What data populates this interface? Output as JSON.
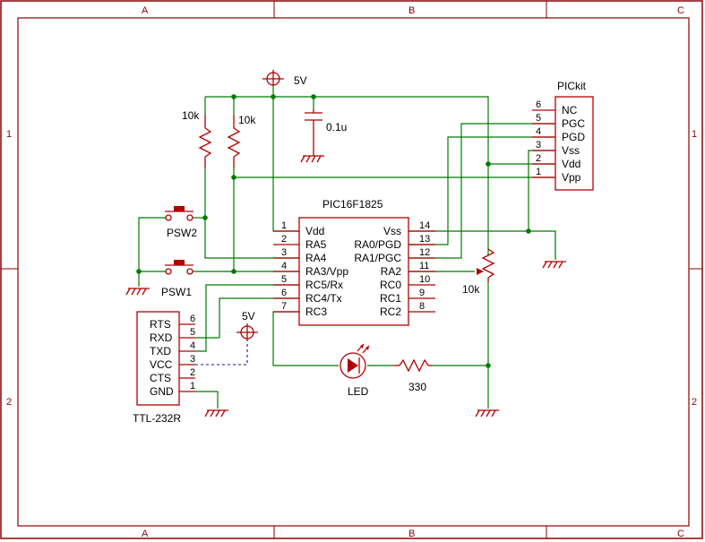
{
  "border": {
    "columns": [
      "A",
      "B",
      "C"
    ],
    "rows": [
      "1",
      "2"
    ]
  },
  "power": {
    "top_label": "5V",
    "ttl_label": "5V"
  },
  "parts": {
    "r1": "10k",
    "r2": "10k",
    "cap": "0.1u",
    "mcu": "PIC16F1825",
    "pickit": "PICkit",
    "psw2": "PSW2",
    "psw1": "PSW1",
    "pot": "10k",
    "led": "LED",
    "r330": "330",
    "ttl": "TTL-232R"
  },
  "mcu_left": [
    {
      "num": "1",
      "name": "Vdd"
    },
    {
      "num": "2",
      "name": "RA5"
    },
    {
      "num": "3",
      "name": "RA4"
    },
    {
      "num": "4",
      "name": "RA3/Vpp"
    },
    {
      "num": "5",
      "name": "RC5/Rx"
    },
    {
      "num": "6",
      "name": "RC4/Tx"
    },
    {
      "num": "7",
      "name": "RC3"
    }
  ],
  "mcu_right": [
    {
      "num": "14",
      "name": "Vss"
    },
    {
      "num": "13",
      "name": "RA0/PGD"
    },
    {
      "num": "12",
      "name": "RA1/PGC"
    },
    {
      "num": "11",
      "name": "RA2"
    },
    {
      "num": "10",
      "name": "RC0"
    },
    {
      "num": "9",
      "name": "RC1"
    },
    {
      "num": "8",
      "name": "RC2"
    }
  ],
  "pickit_pins": [
    {
      "num": "6",
      "name": "NC"
    },
    {
      "num": "5",
      "name": "PGC"
    },
    {
      "num": "4",
      "name": "PGD"
    },
    {
      "num": "3",
      "name": "Vss"
    },
    {
      "num": "2",
      "name": "Vdd"
    },
    {
      "num": "1",
      "name": "Vpp"
    }
  ],
  "ttl_pins": [
    {
      "num": "6",
      "name": "RTS"
    },
    {
      "num": "5",
      "name": "RXD"
    },
    {
      "num": "4",
      "name": "TXD"
    },
    {
      "num": "3",
      "name": "VCC"
    },
    {
      "num": "2",
      "name": "CTS"
    },
    {
      "num": "1",
      "name": "GND"
    }
  ],
  "colors": {
    "part": "#b00000",
    "wire": "#007a00",
    "border": "#8b0000",
    "background": "#ffffff"
  }
}
